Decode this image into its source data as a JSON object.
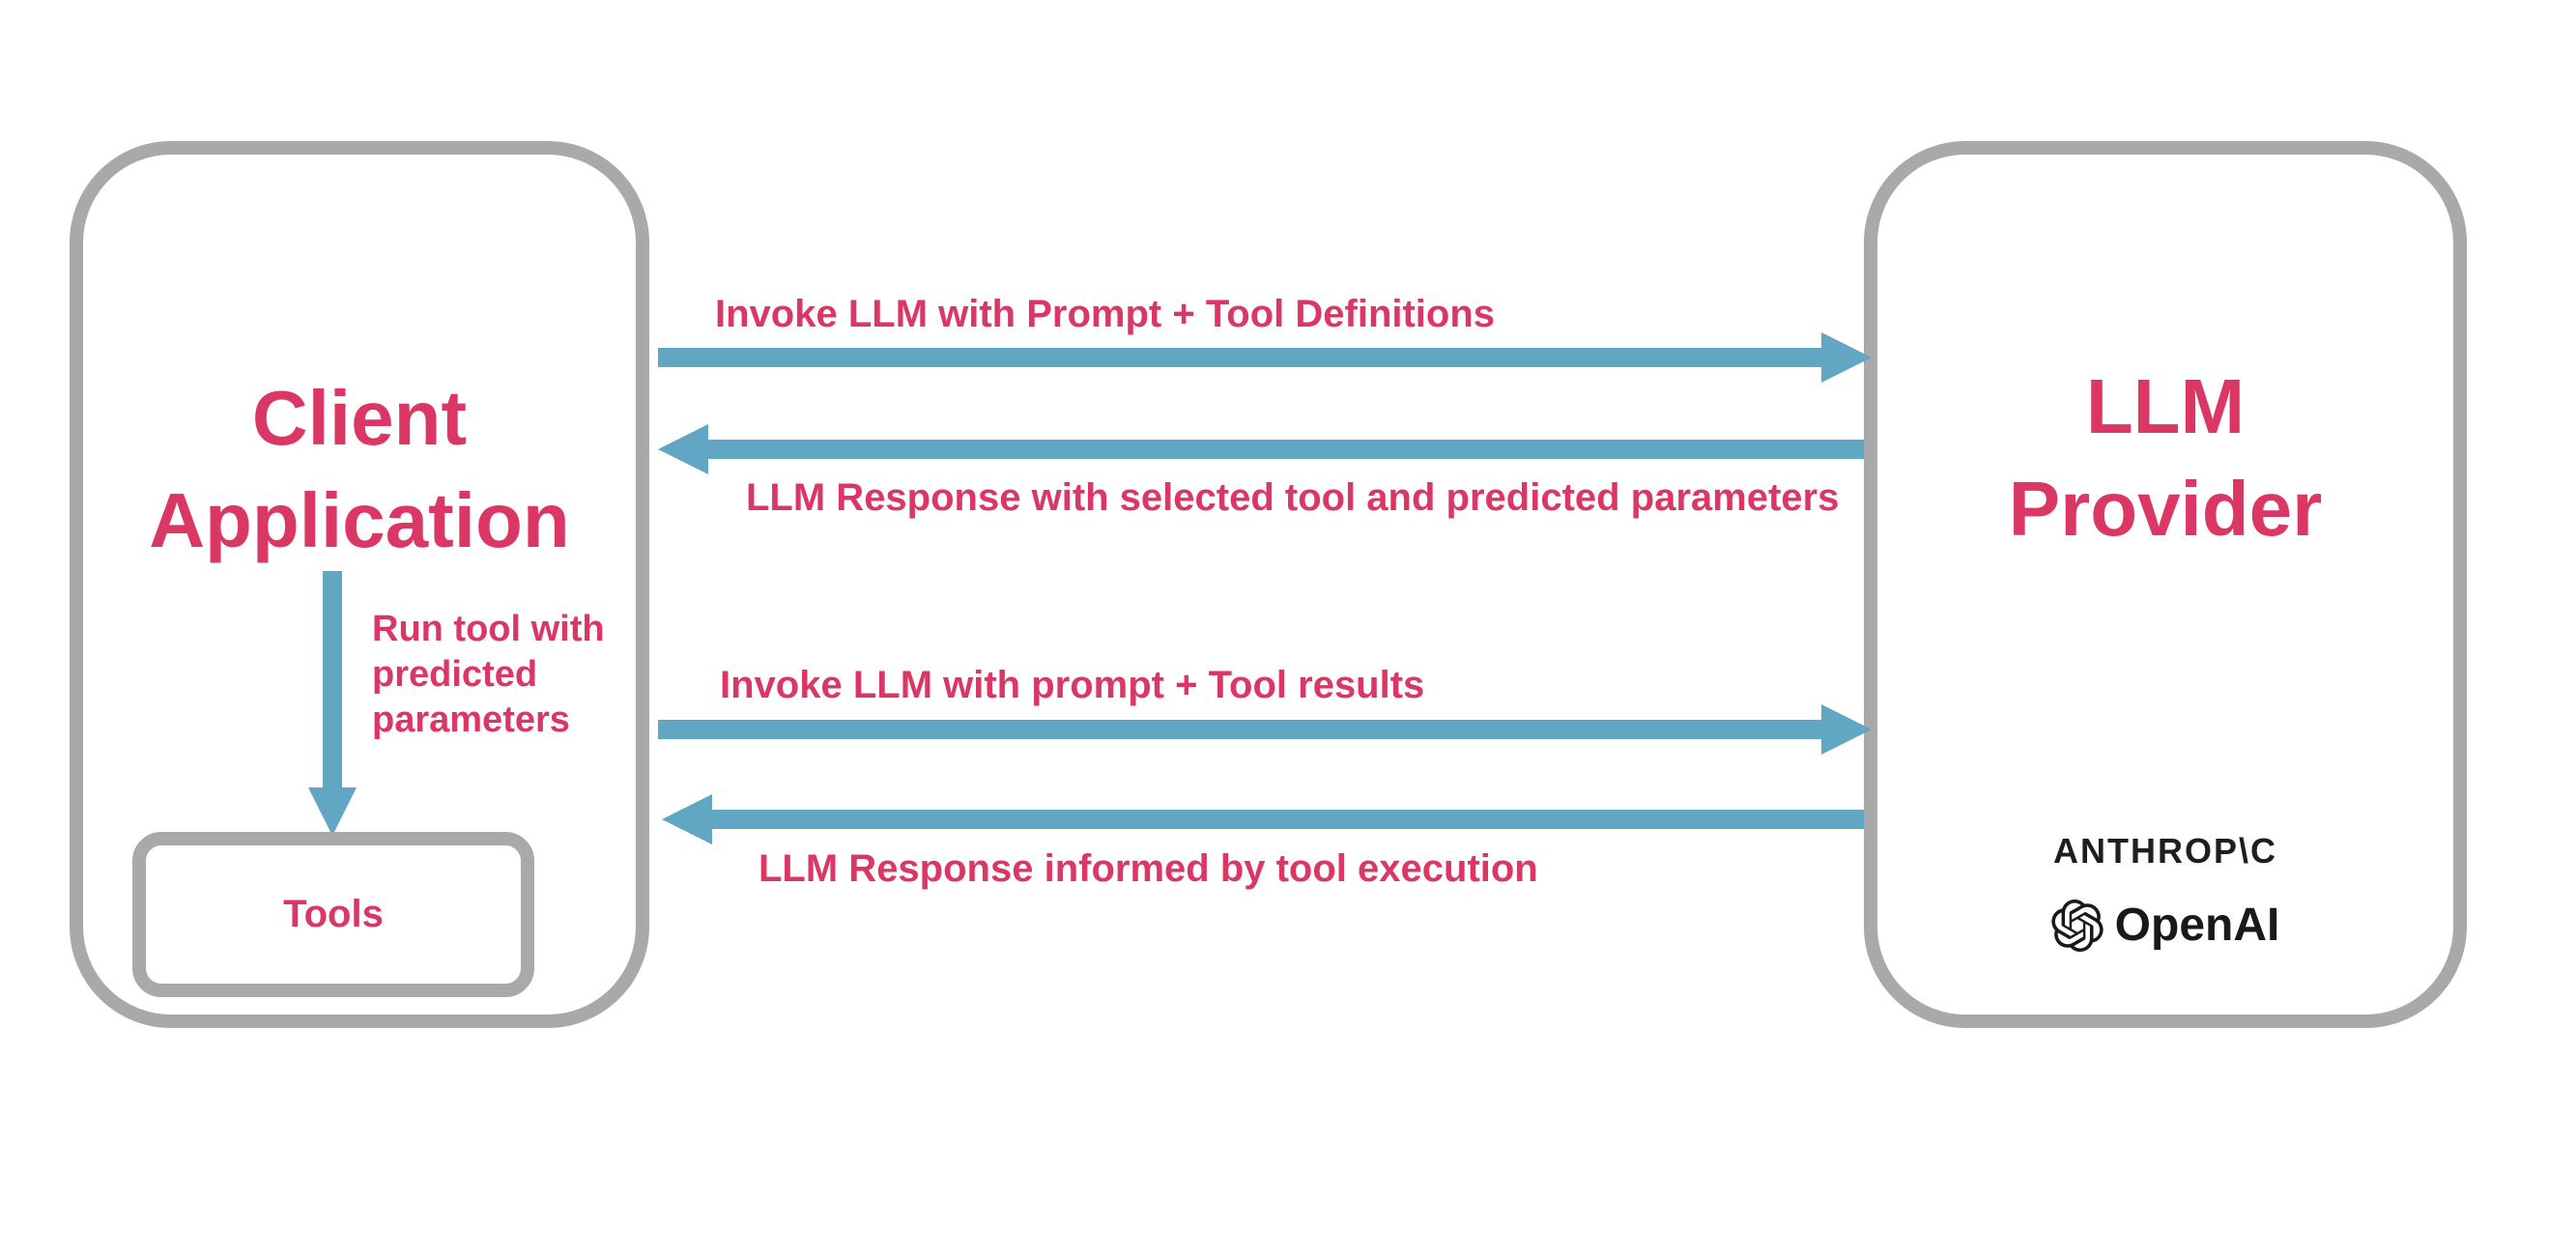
{
  "diagram": {
    "client_box": {
      "title_lines": [
        "Client",
        "Application"
      ],
      "run_tool_label_lines": [
        "Run tool with",
        "predicted",
        "parameters"
      ],
      "tools_label": "Tools"
    },
    "provider_box": {
      "title_lines": [
        "LLM",
        "Provider"
      ],
      "anthropic_wordmark": "ANTHROP\\C",
      "openai_wordmark": "OpenAI"
    },
    "messages": [
      {
        "direction": "right",
        "label_position": "above",
        "label": "Invoke LLM with Prompt + Tool Definitions"
      },
      {
        "direction": "left",
        "label_position": "below",
        "label": "LLM Response with selected tool and predicted parameters"
      },
      {
        "direction": "right",
        "label_position": "above",
        "label": "Invoke LLM with prompt + Tool results"
      },
      {
        "direction": "left",
        "label_position": "below",
        "label": "LLM Response informed by tool execution"
      }
    ],
    "colors": {
      "text_pink": "#DB3765",
      "arrow_blue": "#61A6C2",
      "border_gray": "#A9A9A9",
      "logo_black": "#1F1D1D",
      "background": "#FFFFFF"
    }
  }
}
